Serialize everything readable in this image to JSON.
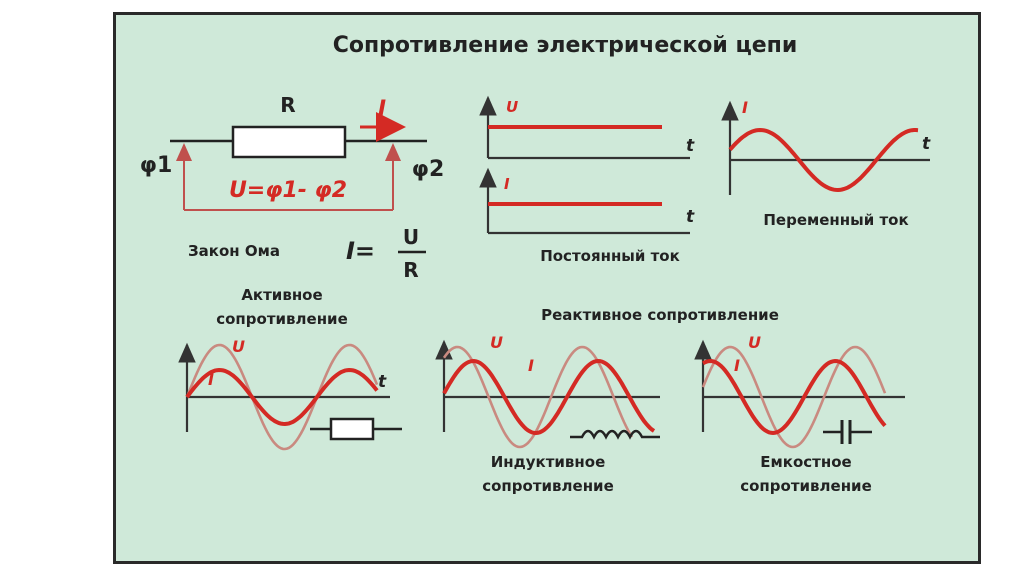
{
  "title": "Сопротивление электрической цепи",
  "circuit": {
    "resistor_label": "R",
    "current_label": "I",
    "phi1": "φ1",
    "phi2": "φ2",
    "voltage_formula": "U=φ1- φ2"
  },
  "ohm_law": {
    "label": "Закон Ома",
    "lhs": "I=",
    "numerator": "U",
    "denominator": "R"
  },
  "dc": {
    "u_label": "U",
    "i_label": "I",
    "t_label": "t",
    "caption": "Постоянный ток"
  },
  "ac": {
    "i_label": "I",
    "t_label": "t",
    "caption": "Переменный ток"
  },
  "reactive_title": "Реактивное сопротивление",
  "active": {
    "caption_line1": "Активное",
    "caption_line2": "сопротивление",
    "u_label": "U",
    "i_label": "I",
    "t_label": "t"
  },
  "inductive": {
    "u_label": "U",
    "i_label": "I",
    "caption_line1": "Индуктивное",
    "caption_line2": "сопротивление"
  },
  "capacitive": {
    "u_label": "U",
    "i_label": "I",
    "caption_line1": "Емкостное",
    "caption_line2": "сопротивление"
  },
  "colors": {
    "background": "#cfe9d9",
    "accent_red": "#d42a24",
    "voltage_wave": "#c98a80",
    "text": "#222222"
  }
}
